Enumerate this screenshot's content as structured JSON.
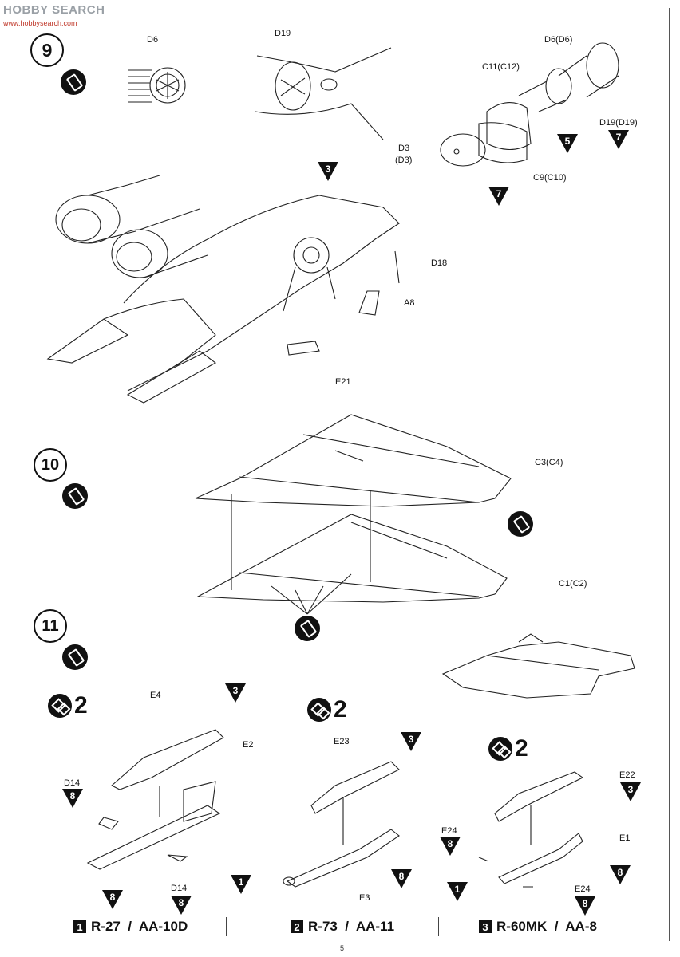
{
  "watermark": {
    "text": "HOBBY SEARCH",
    "subtext": "www.hobbysearch.com"
  },
  "steps": [
    {
      "number": "9"
    },
    {
      "number": "10"
    },
    {
      "number": "11"
    }
  ],
  "step9": {
    "labels": {
      "d6": "D6",
      "d19": "D19",
      "d6_pair": "D6(D6)",
      "c11_pair": "C11(C12)",
      "d19_pair": "D19(D19)",
      "d3": "D3",
      "d3_pair": "(D3)",
      "c9_pair": "C9(C10)",
      "d18": "D18",
      "a8": "A8",
      "e21": "E21"
    },
    "paint_refs": {
      "ref3": "3",
      "ref5": "5",
      "ref7a": "7",
      "ref7b": "7"
    }
  },
  "step10": {
    "labels": {
      "c3_pair": "C3(C4)",
      "c1_pair": "C1(C2)"
    }
  },
  "step11": {
    "counts": {
      "a": "2",
      "b": "2",
      "c": "2"
    },
    "missile1": {
      "labels": {
        "e4": "E4",
        "e2": "E2",
        "d14a": "D14",
        "d14b": "D14"
      },
      "refs": {
        "r3": "3",
        "r8a": "8",
        "r8b": "8",
        "r8c": "8"
      }
    },
    "missile2": {
      "labels": {
        "e23": "E23",
        "e3": "E3"
      },
      "refs": {
        "r3": "3",
        "r1": "1",
        "r8": "8"
      }
    },
    "missile3": {
      "labels": {
        "e22": "E22",
        "e1": "E1",
        "e24a": "E24",
        "e24b": "E24"
      },
      "refs": {
        "r3": "3",
        "r8a": "8",
        "r8b": "8",
        "r8c": "8",
        "r1": "1"
      }
    }
  },
  "footer": {
    "items": [
      {
        "num": "1",
        "text": "R-27  /  AA-10D"
      },
      {
        "num": "2",
        "text": "R-73  /  AA-11"
      },
      {
        "num": "3",
        "text": "R-60MK  /  AA-8"
      }
    ],
    "page_number": "5"
  },
  "colors": {
    "ink": "#111111",
    "paper": "#ffffff",
    "watermark": "#9aa0a6"
  }
}
